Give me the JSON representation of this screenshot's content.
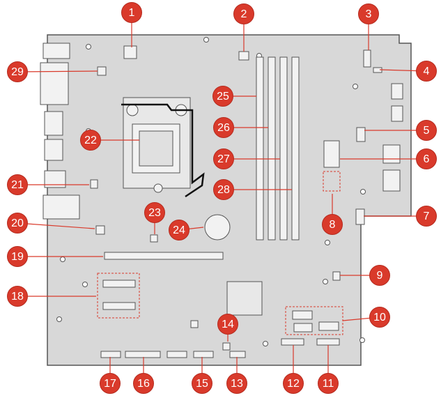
{
  "callouts": [
    {
      "label": "1"
    },
    {
      "label": "2"
    },
    {
      "label": "3"
    },
    {
      "label": "4"
    },
    {
      "label": "5"
    },
    {
      "label": "6"
    },
    {
      "label": "7"
    },
    {
      "label": "8"
    },
    {
      "label": "9"
    },
    {
      "label": "10"
    },
    {
      "label": "11"
    },
    {
      "label": "12"
    },
    {
      "label": "13"
    },
    {
      "label": "14"
    },
    {
      "label": "15"
    },
    {
      "label": "16"
    },
    {
      "label": "17"
    },
    {
      "label": "18"
    },
    {
      "label": "19"
    },
    {
      "label": "20"
    },
    {
      "label": "21"
    },
    {
      "label": "22"
    },
    {
      "label": "23"
    },
    {
      "label": "24"
    },
    {
      "label": "25"
    },
    {
      "label": "26"
    },
    {
      "label": "27"
    },
    {
      "label": "28"
    },
    {
      "label": "29"
    }
  ],
  "colors": {
    "board_fill": "#d8d8d8",
    "board_stroke": "#555555",
    "component_fill": "#f2f2f2",
    "callout_fill": "#d93a2b",
    "leader_line": "#d93a2b"
  }
}
